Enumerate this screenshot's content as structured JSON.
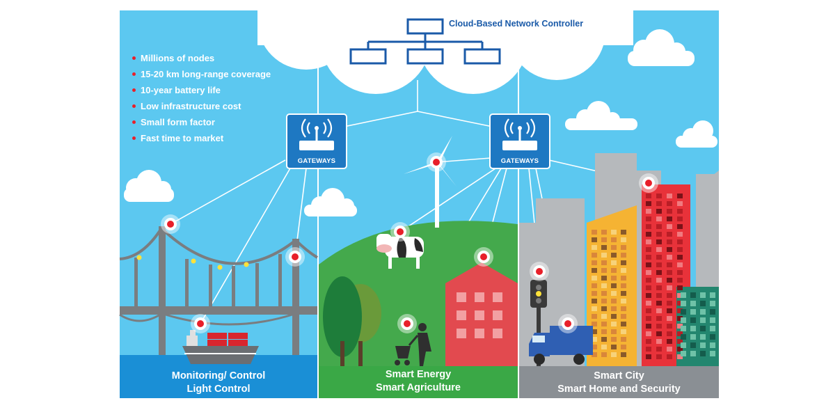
{
  "cloud": {
    "title": "Cloud-Based Network Controller"
  },
  "features": [
    "Millions of nodes",
    "15-20 km long-range coverage",
    "10-year battery life",
    "Low infrastructure cost",
    "Small form factor",
    "Fast time to market"
  ],
  "gateways": {
    "left_label": "GATEWAYS",
    "right_label": "GATEWAYS"
  },
  "sections": {
    "left": {
      "line1": "Monitoring/ Control",
      "line2": "Light Control"
    },
    "middle": {
      "line1": "Smart Energy",
      "line2": "Smart Agriculture"
    },
    "right": {
      "line1": "Smart City",
      "line2": "Smart Home and Security"
    }
  },
  "colors": {
    "sky": "#5cc8f0",
    "node_red": "#e8202a",
    "gateway_blue": "#1e78c2",
    "band_left": "#1a8fd6",
    "band_middle": "#3aa846",
    "band_right": "#8a8f94"
  }
}
